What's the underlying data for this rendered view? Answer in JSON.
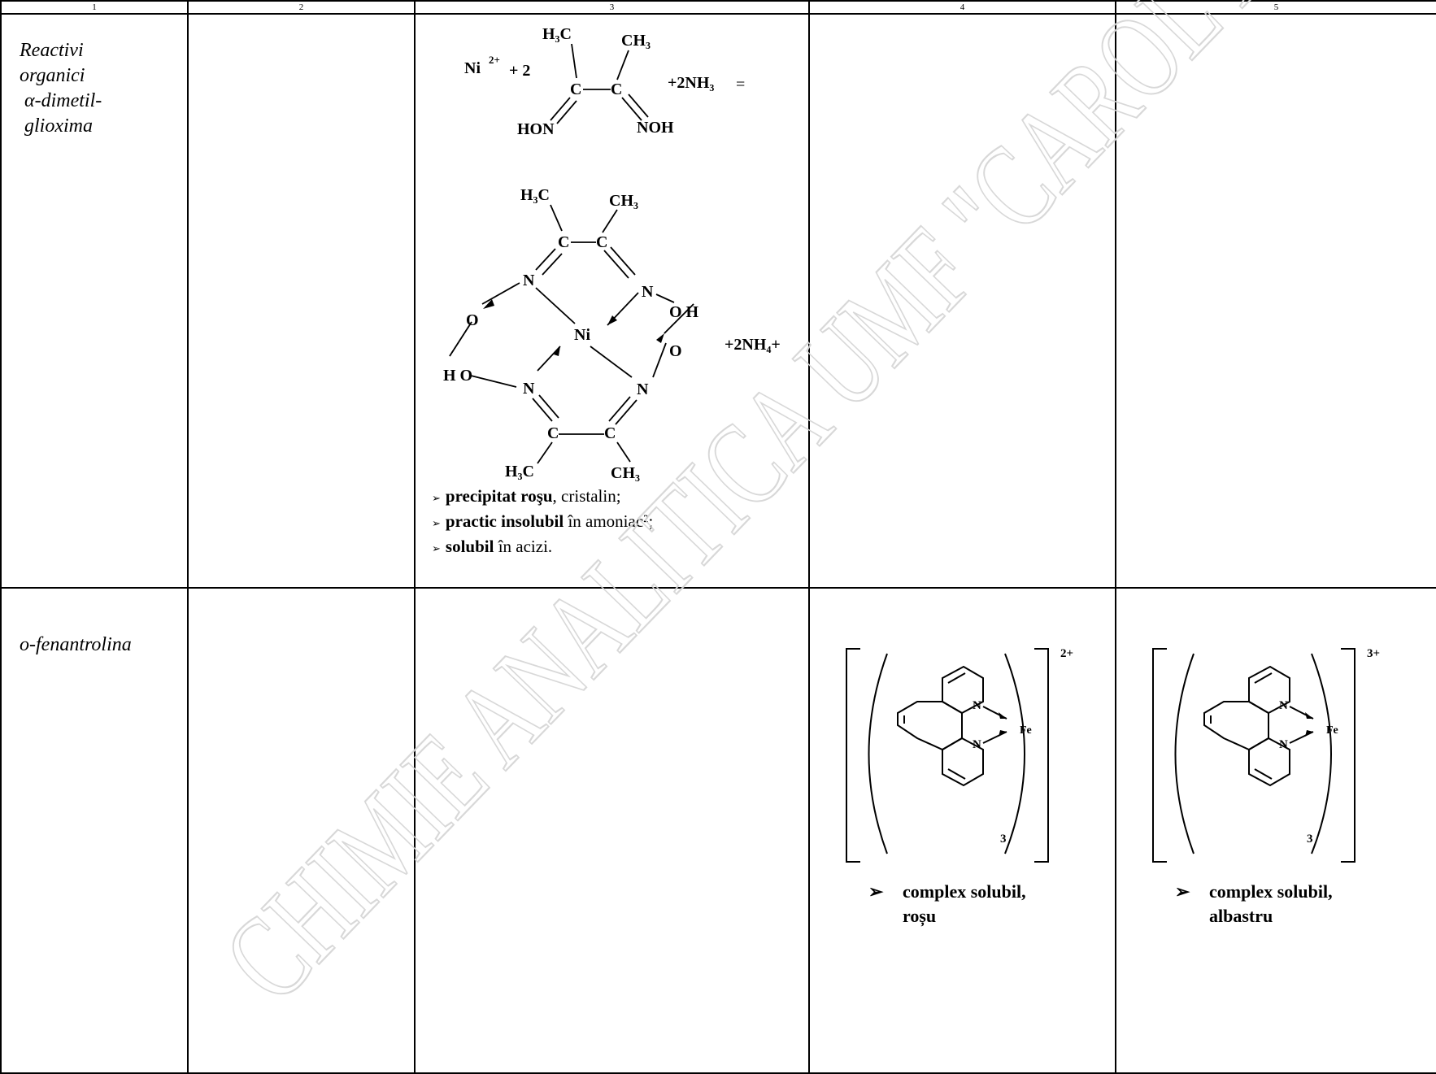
{
  "header": {
    "cols": [
      "1",
      "2",
      "3",
      "4",
      "5"
    ]
  },
  "row1": {
    "lines": [
      "Reactivi",
      "organici",
      " α-dimetil-",
      " glioxima"
    ],
    "reaction": {
      "ni": "Ni",
      "ni_charge": "2+",
      "plus2": "+ 2",
      "h3c": "H₃C",
      "ch3": "CH₃",
      "c": "C",
      "hon": "HON",
      "noh": "NOH",
      "nh3": "+2NH₃",
      "eq": "=",
      "n": "N",
      "o": "O",
      "oh": "O H",
      "ho": "H O",
      "nickel": "Ni",
      "nh4": "+2NH₄+"
    },
    "observations": [
      {
        "bold": "precipitat roşu",
        "rest": ", cristalin;"
      },
      {
        "bold": "practic insolubil",
        "rest": " în amoniac²;"
      },
      {
        "bold": "solubil",
        "rest": " în acizi."
      }
    ]
  },
  "row2": {
    "name": "o-fenantrolina",
    "fe2": {
      "charge": "2+",
      "metal": "Fe",
      "n": "N",
      "count": "3",
      "note_line1": "complex solubil,",
      "note_line2": "roșu"
    },
    "fe3": {
      "charge": "3+",
      "metal": "Fe",
      "n": "N",
      "count": "3",
      "note_line1": "complex solubil,",
      "note_line2": "albastru"
    }
  },
  "bullet_symbol": "➢",
  "watermark": "CHIMIE ANALITICA UMF \"CAROL DAVILA\"",
  "colors": {
    "watermark": "#d6d6d6"
  }
}
